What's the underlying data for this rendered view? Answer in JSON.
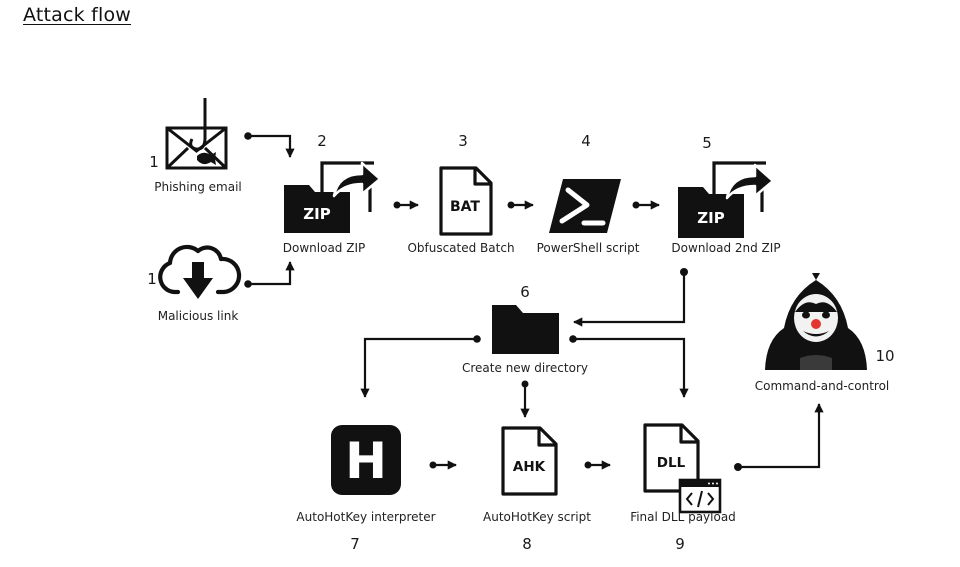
{
  "page": {
    "heading": "Attack flow"
  },
  "nodes": {
    "phishing_email": {
      "step": "1",
      "label": "Phishing email"
    },
    "malicious_link": {
      "step": "1",
      "label": "Malicious link"
    },
    "download_zip": {
      "step": "2",
      "label": "Download ZIP",
      "icon_text": "ZIP"
    },
    "obfuscated_batch": {
      "step": "3",
      "label": "Obfuscated Batch",
      "icon_text": "BAT"
    },
    "powershell": {
      "step": "4",
      "label": "PowerShell script"
    },
    "download_2nd_zip": {
      "step": "5",
      "label": "Download 2nd ZIP",
      "icon_text": "ZIP"
    },
    "create_dir": {
      "step": "6",
      "label": "Create new directory"
    },
    "ahk_interpreter": {
      "step": "7",
      "label": "AutoHotKey interpreter",
      "icon_text": "H"
    },
    "ahk_script": {
      "step": "8",
      "label": "AutoHotKey script",
      "icon_text": "AHK"
    },
    "dll_payload": {
      "step": "9",
      "label": "Final DLL payload",
      "icon_text": "DLL"
    },
    "c2": {
      "step": "10",
      "label": "Command-and-control"
    }
  },
  "icons": {
    "phishing_email": "phishing-email-icon",
    "malicious_link": "cloud-download-icon",
    "download_zip": "zip-folder-share-icon",
    "obfuscated_batch": "bat-file-icon",
    "powershell": "powershell-icon",
    "download_2nd_zip": "zip-folder-share-icon",
    "create_dir": "folder-icon",
    "ahk_interpreter": "autohotkey-logo-icon",
    "ahk_script": "ahk-file-icon",
    "dll_payload": "dll-file-code-icon",
    "c2": "hooded-clown-hacker-icon"
  },
  "colors": {
    "ink": "#111111",
    "background": "#ffffff",
    "clown_nose": "#e3352f"
  }
}
